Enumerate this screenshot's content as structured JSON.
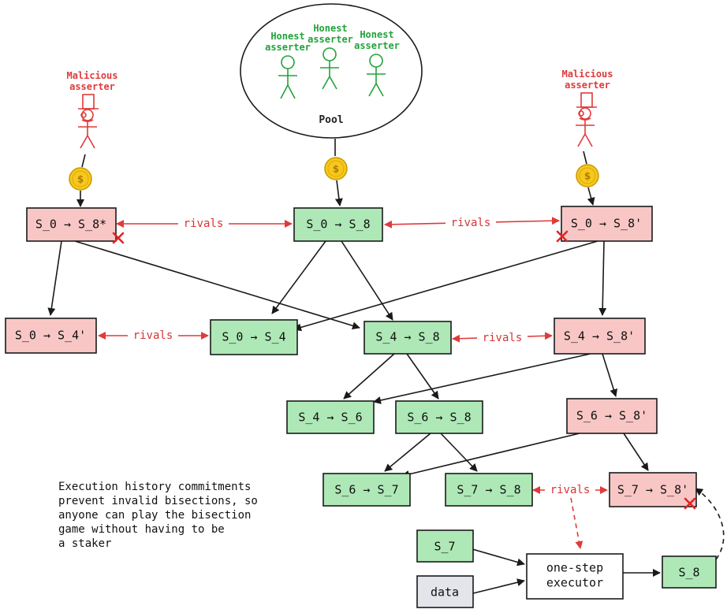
{
  "colors": {
    "malicious_node": "#f9c6c6",
    "honest_node": "#aee8b7",
    "rival_line": "#e03a3a",
    "honest_actor": "#22a33a",
    "malicious_actor": "#e03a3a",
    "coin": "#f5c81e",
    "data_box": "#e4e5ea"
  },
  "actors": {
    "malicious_left": "Malicious asserter",
    "malicious_right": "Malicious asserter",
    "honest_1": "Honest asserter",
    "honest_2": "Honest asserter",
    "honest_3": "Honest asserter",
    "pool_label": "Pool",
    "coin_symbol": "$"
  },
  "nodes": {
    "n_s0_s8star": "S_0 → S_8*",
    "n_s0_s8": "S_0 → S_8",
    "n_s0_s8p": "S_0 → S_8'",
    "n_s0_s4p": "S_0 → S_4'",
    "n_s0_s4": "S_0 → S_4",
    "n_s4_s8": "S_4 → S_8",
    "n_s4_s8p": "S_4 → S_8'",
    "n_s4_s6": "S_4 → S_6",
    "n_s6_s8": "S_6 → S_8",
    "n_s6_s8p": "S_6 → S_8'",
    "n_s6_s7": "S_6 → S_7",
    "n_s7_s8": "S_7 → S_8",
    "n_s7_s8p": "S_7 → S_8'",
    "n_s7": "S_7",
    "n_data": "data",
    "n_exec_1": "one-step",
    "n_exec_2": "executor",
    "n_s8": "S_8"
  },
  "rivals": {
    "label": "rivals"
  },
  "note": {
    "lines": [
      "Execution history commitments",
      "prevent invalid bisections, so",
      "anyone can play the bisection",
      "game without having to be",
      "a staker"
    ]
  }
}
